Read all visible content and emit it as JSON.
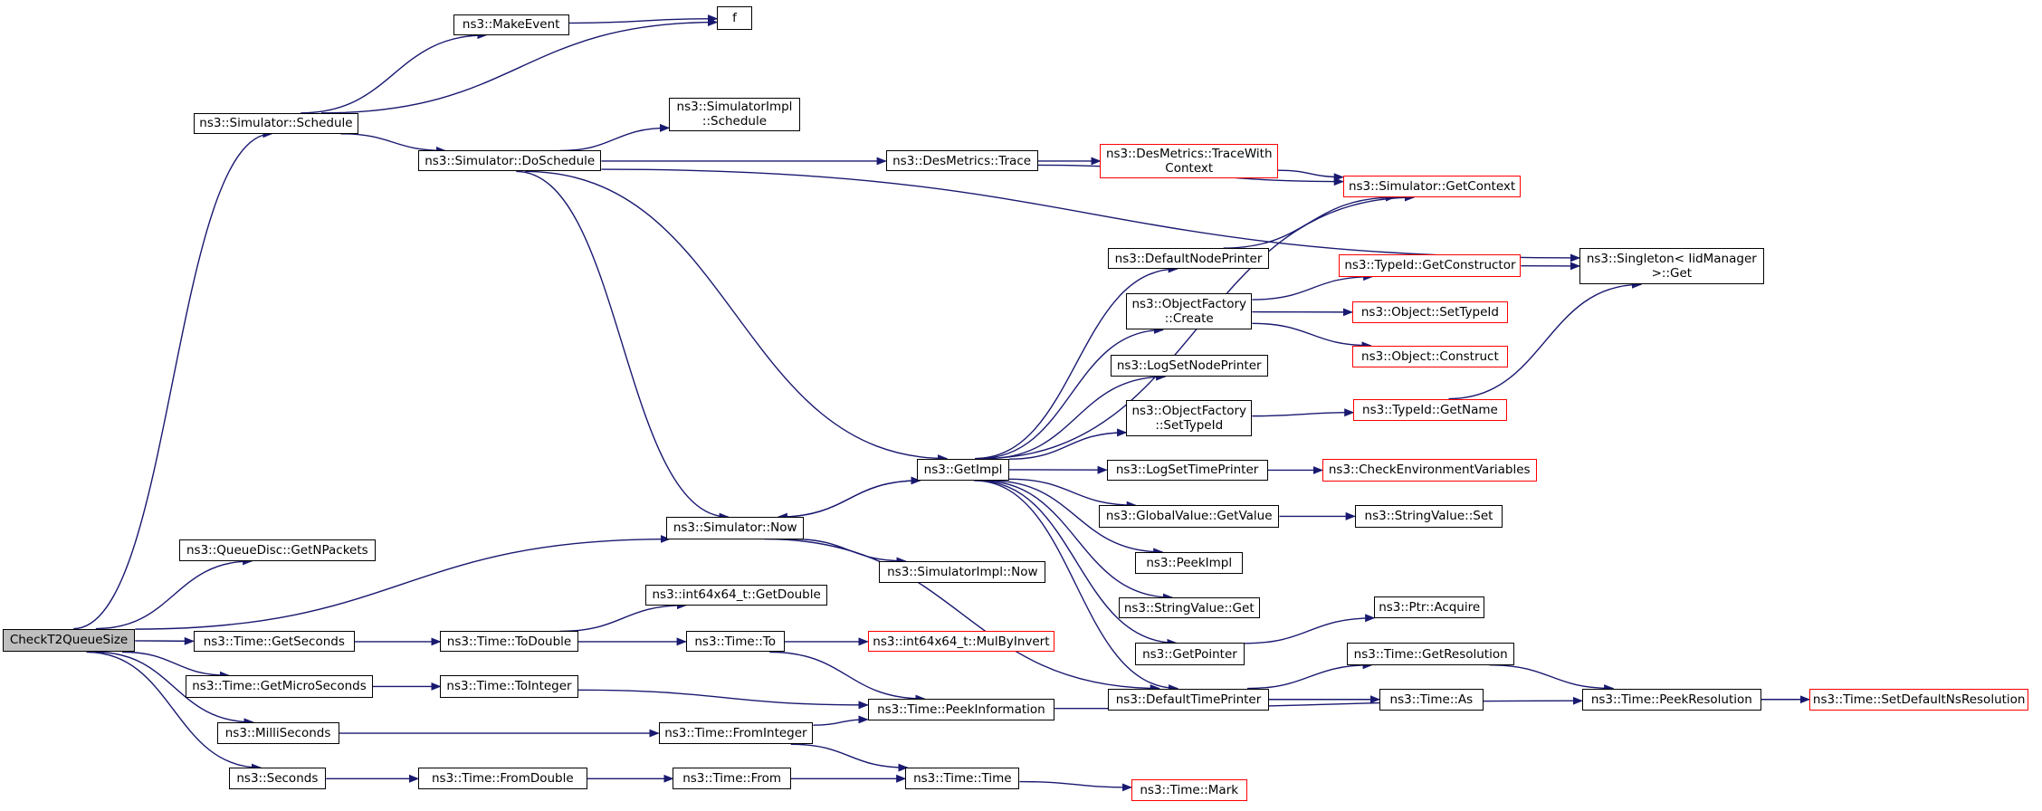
{
  "nodes": {
    "check": {
      "label": "CheckT2QueueSize"
    },
    "makeevent": {
      "label": "ns3::MakeEvent"
    },
    "f": {
      "label": "f"
    },
    "sched": {
      "label": "ns3::Simulator::Schedule"
    },
    "simimplsched": {
      "label": "ns3::SimulatorImpl\n::Schedule"
    },
    "dosched": {
      "label": "ns3::Simulator::DoSchedule"
    },
    "destrace": {
      "label": "ns3::DesMetrics::Trace"
    },
    "destracectx": {
      "label": "ns3::DesMetrics::TraceWith\nContext"
    },
    "getcontext": {
      "label": "ns3::Simulator::GetContext"
    },
    "singleton": {
      "label": "ns3::Singleton< IidManager\n>::Get"
    },
    "defnodeprinter": {
      "label": "ns3::DefaultNodePrinter"
    },
    "getctor": {
      "label": "ns3::TypeId::GetConstructor"
    },
    "ofcreate": {
      "label": "ns3::ObjectFactory\n::Create"
    },
    "settypeid": {
      "label": "ns3::Object::SetTypeId"
    },
    "construct": {
      "label": "ns3::Object::Construct"
    },
    "lognodeprinter": {
      "label": "ns3::LogSetNodePrinter"
    },
    "ofsettypeid": {
      "label": "ns3::ObjectFactory\n::SetTypeId"
    },
    "getname": {
      "label": "ns3::TypeId::GetName"
    },
    "getimpl": {
      "label": "ns3::GetImpl"
    },
    "logtimeprinter": {
      "label": "ns3::LogSetTimePrinter"
    },
    "checkenv": {
      "label": "ns3::CheckEnvironmentVariables"
    },
    "simnow": {
      "label": "ns3::Simulator::Now"
    },
    "gvgetvalue": {
      "label": "ns3::GlobalValue::GetValue"
    },
    "svset": {
      "label": "ns3::StringValue::Set"
    },
    "qdgetn": {
      "label": "ns3::QueueDisc::GetNPackets"
    },
    "simimplnow": {
      "label": "ns3::SimulatorImpl::Now"
    },
    "peekimpl": {
      "label": "ns3::PeekImpl"
    },
    "i64getdouble": {
      "label": "ns3::int64x64_t::GetDouble"
    },
    "svget": {
      "label": "ns3::StringValue::Get"
    },
    "ptracquire": {
      "label": "ns3::Ptr::Acquire"
    },
    "tgetseconds": {
      "label": "ns3::Time::GetSeconds"
    },
    "ttodouble": {
      "label": "ns3::Time::ToDouble"
    },
    "tto": {
      "label": "ns3::Time::To"
    },
    "mulbyinvert": {
      "label": "ns3::int64x64_t::MulByInvert"
    },
    "getpointer": {
      "label": "ns3::GetPointer"
    },
    "tgetres": {
      "label": "ns3::Time::GetResolution"
    },
    "tgetmicro": {
      "label": "ns3::Time::GetMicroSeconds"
    },
    "ttointeger": {
      "label": "ns3::Time::ToInteger"
    },
    "deftimeprinter": {
      "label": "ns3::DefaultTimePrinter"
    },
    "tas": {
      "label": "ns3::Time::As"
    },
    "tpeekres": {
      "label": "ns3::Time::PeekResolution"
    },
    "setdefres": {
      "label": "ns3::Time::SetDefaultNsResolution"
    },
    "tpeekinfo": {
      "label": "ns3::Time::PeekInformation"
    },
    "millis": {
      "label": "ns3::MilliSeconds"
    },
    "tfrominteger": {
      "label": "ns3::Time::FromInteger"
    },
    "seconds": {
      "label": "ns3::Seconds"
    },
    "tfromdouble": {
      "label": "ns3::Time::FromDouble"
    },
    "tfrom": {
      "label": "ns3::Time::From"
    },
    "ttime": {
      "label": "ns3::Time::Time"
    },
    "tmark": {
      "label": "ns3::Time::Mark"
    }
  },
  "edges": [
    [
      "check",
      "sched"
    ],
    [
      "check",
      "qdgetn"
    ],
    [
      "check",
      "simnow"
    ],
    [
      "check",
      "tgetseconds"
    ],
    [
      "check",
      "tgetmicro"
    ],
    [
      "check",
      "millis"
    ],
    [
      "check",
      "seconds"
    ],
    [
      "sched",
      "makeevent"
    ],
    [
      "sched",
      "f"
    ],
    [
      "sched",
      "dosched"
    ],
    [
      "makeevent",
      "f"
    ],
    [
      "dosched",
      "singleton"
    ],
    [
      "dosched",
      "simimplsched"
    ],
    [
      "dosched",
      "destrace"
    ],
    [
      "dosched",
      "getimpl"
    ],
    [
      "dosched",
      "simnow"
    ],
    [
      "destrace",
      "destracectx"
    ],
    [
      "destrace",
      "getcontext"
    ],
    [
      "destracectx",
      "getcontext"
    ],
    [
      "getimpl",
      "getcontext"
    ],
    [
      "getimpl",
      "defnodeprinter"
    ],
    [
      "getimpl",
      "ofcreate"
    ],
    [
      "getimpl",
      "lognodeprinter"
    ],
    [
      "getimpl",
      "ofsettypeid"
    ],
    [
      "getimpl",
      "logtimeprinter"
    ],
    [
      "getimpl",
      "gvgetvalue"
    ],
    [
      "getimpl",
      "peekimpl"
    ],
    [
      "getimpl",
      "svget"
    ],
    [
      "getimpl",
      "getpointer"
    ],
    [
      "getimpl",
      "deftimeprinter"
    ],
    [
      "getimpl",
      "simnow"
    ],
    [
      "defnodeprinter",
      "getcontext"
    ],
    [
      "ofcreate",
      "getctor"
    ],
    [
      "ofcreate",
      "settypeid"
    ],
    [
      "ofcreate",
      "construct"
    ],
    [
      "getctor",
      "singleton"
    ],
    [
      "ofsettypeid",
      "getname"
    ],
    [
      "getname",
      "singleton"
    ],
    [
      "logtimeprinter",
      "checkenv"
    ],
    [
      "gvgetvalue",
      "svset"
    ],
    [
      "simnow",
      "getimpl"
    ],
    [
      "simnow",
      "simimplnow"
    ],
    [
      "simnow",
      "deftimeprinter"
    ],
    [
      "getpointer",
      "ptracquire"
    ],
    [
      "deftimeprinter",
      "tgetres"
    ],
    [
      "deftimeprinter",
      "tas"
    ],
    [
      "tgetres",
      "tpeekres"
    ],
    [
      "tpeekres",
      "setdefres"
    ],
    [
      "tgetseconds",
      "ttodouble"
    ],
    [
      "ttodouble",
      "i64getdouble"
    ],
    [
      "ttodouble",
      "tto"
    ],
    [
      "tto",
      "mulbyinvert"
    ],
    [
      "tto",
      "tpeekinfo"
    ],
    [
      "tgetmicro",
      "ttointeger"
    ],
    [
      "ttointeger",
      "tpeekinfo"
    ],
    [
      "tpeekinfo",
      "tpeekres"
    ],
    [
      "millis",
      "tfrominteger"
    ],
    [
      "tfrominteger",
      "tpeekinfo"
    ],
    [
      "tfrominteger",
      "ttime"
    ],
    [
      "seconds",
      "tfromdouble"
    ],
    [
      "tfromdouble",
      "tfrom"
    ],
    [
      "tfrom",
      "ttime"
    ],
    [
      "ttime",
      "tmark"
    ]
  ]
}
